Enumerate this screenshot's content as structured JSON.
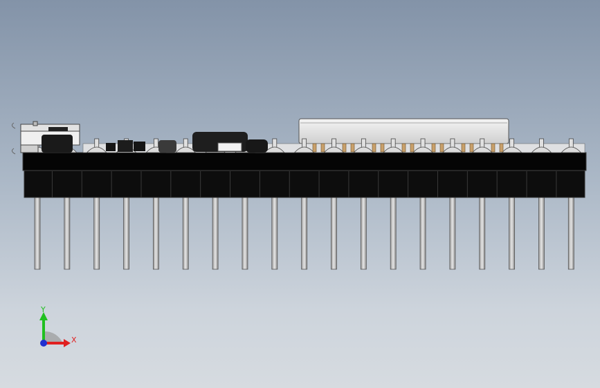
{
  "viewport": {
    "background": "gradient-gray-blue",
    "model": "pcb-module-side-view"
  },
  "triad": {
    "x_label": "X",
    "y_label": "Y",
    "x_color": "#e02020",
    "y_color": "#20c020",
    "z_color": "#2030d0"
  },
  "colors": {
    "board": "#0a0a0a",
    "pins": "#c8c8c8",
    "shield": "#e8e8e8",
    "component_dark": "#202020",
    "solder_gold": "#c9a06a"
  }
}
